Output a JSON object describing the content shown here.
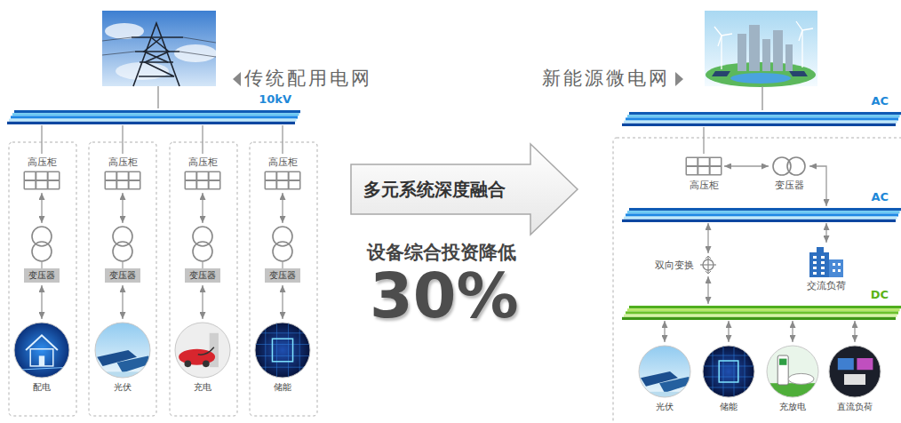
{
  "diagram": {
    "nodes": [
      {
        "text": [
          "10kV"
        ]
      },
      {
        "text": [
          "高压柜"
        ]
      },
      {
        "text": [
          "变压器"
        ]
      },
      {
        "text": [
          "配电"
        ]
      },
      {
        "text": [
          "高压柜"
        ]
      },
      {
        "text": [
          "变压器"
        ]
      },
      {
        "text": [
          "光伏"
        ]
      },
      {
        "text": [
          "高压柜"
        ]
      },
      {
        "text": [
          "变压器"
        ]
      },
      {
        "text": [
          "充电"
        ]
      },
      {
        "text": [
          "高压柜"
        ]
      },
      {
        "text": [
          "变压器"
        ]
      },
      {
        "text": [
          "储能"
        ]
      },
      {
        "text": [
          "多元系统深度融合"
        ]
      },
      {
        "text": [
          "AC"
        ]
      },
      {
        "text": [
          "高压柜"
        ]
      },
      {
        "text": [
          "变压器"
        ]
      },
      {
        "text": [
          "AC"
        ]
      },
      {
        "text": [
          "双向变换"
        ]
      },
      {
        "text": [
          "交流负荷"
        ]
      },
      {
        "text": [
          "DC"
        ]
      },
      {
        "text": [
          "光伏"
        ]
      },
      {
        "text": [
          "储能"
        ]
      },
      {
        "text": [
          "充放电"
        ]
      },
      {
        "text": [
          "直流负荷"
        ]
      }
    ],
    "edges": [
      {
        "from": 0,
        "to": 1,
        "arrow": "none"
      },
      {
        "from": 1,
        "to": 2,
        "arrow": "both"
      },
      {
        "from": 2,
        "to": 3,
        "arrow": "both"
      },
      {
        "from": 0,
        "to": 4,
        "arrow": "none"
      },
      {
        "from": 4,
        "to": 5,
        "arrow": "both"
      },
      {
        "from": 5,
        "to": 6,
        "arrow": "both"
      },
      {
        "from": 0,
        "to": 7,
        "arrow": "none"
      },
      {
        "from": 7,
        "to": 8,
        "arrow": "both"
      },
      {
        "from": 8,
        "to": 9,
        "arrow": "both"
      },
      {
        "from": 0,
        "to": 10,
        "arrow": "none"
      },
      {
        "from": 10,
        "to": 11,
        "arrow": "both"
      },
      {
        "from": 11,
        "to": 12,
        "arrow": "both"
      },
      {
        "from": 14,
        "to": 15,
        "arrow": "none"
      },
      {
        "from": 15,
        "to": 16,
        "arrow": "both"
      },
      {
        "from": 16,
        "to": 17,
        "arrow": "both"
      },
      {
        "from": 17,
        "to": 18,
        "arrow": "both"
      },
      {
        "from": 18,
        "to": 20,
        "arrow": "both"
      },
      {
        "from": 17,
        "to": 19,
        "arrow": "both"
      },
      {
        "from": 20,
        "to": 21,
        "arrow": "both"
      },
      {
        "from": 20,
        "to": 22,
        "arrow": "both"
      },
      {
        "from": 20,
        "to": 23,
        "arrow": "both"
      },
      {
        "from": 20,
        "to": 24,
        "arrow": "both"
      }
    ],
    "labels": [
      "传统配用电网",
      "新能源微电网",
      "设备综合投资降低",
      "30%"
    ]
  }
}
